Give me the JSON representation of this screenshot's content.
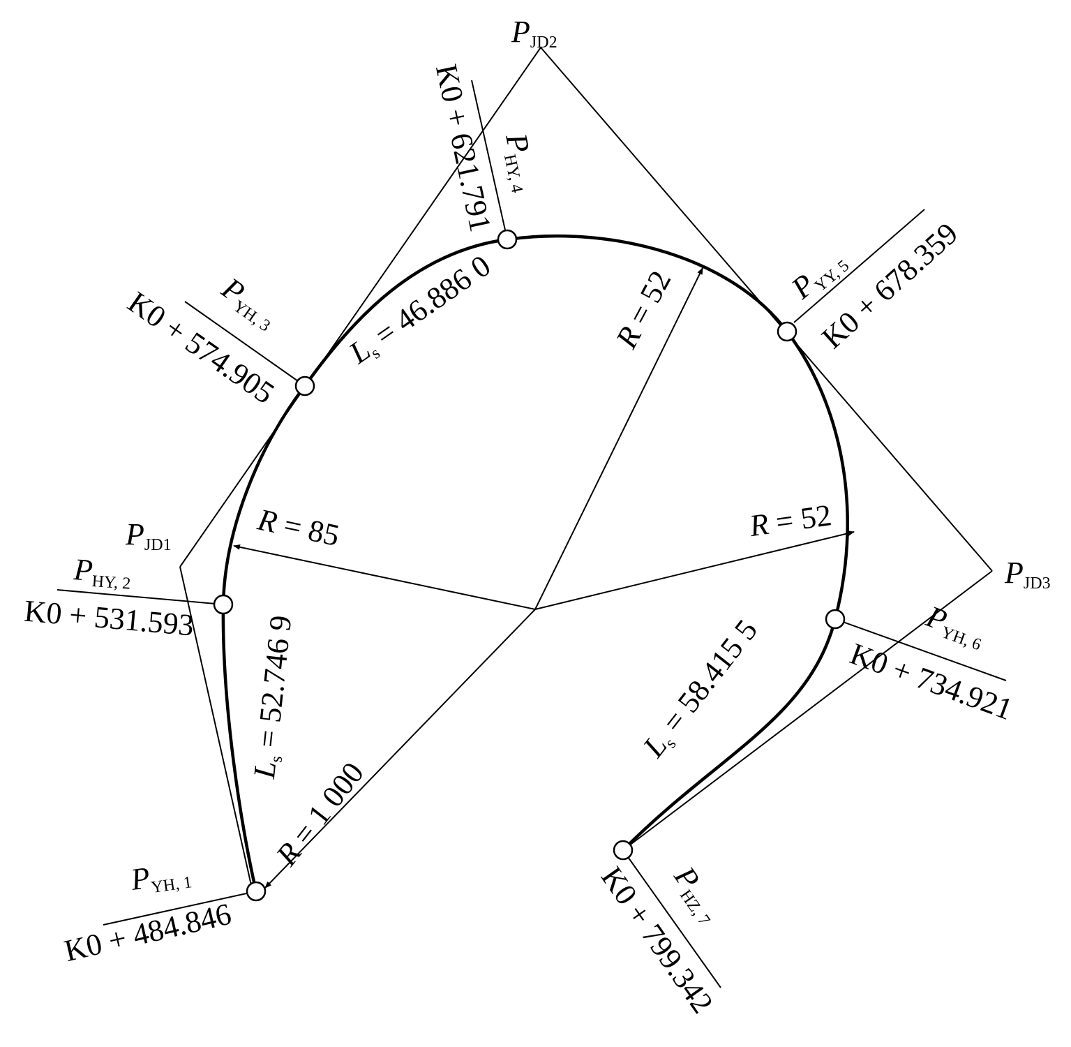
{
  "points": {
    "jd1": {
      "p": "P",
      "sub": "JD1"
    },
    "jd2": {
      "p": "P",
      "sub": "JD2"
    },
    "jd3": {
      "p": "P",
      "sub": "JD3"
    },
    "yh1": {
      "p": "P",
      "sub": "YH, 1",
      "station": "K0 + 484.846"
    },
    "hy2": {
      "p": "P",
      "sub": "HY, 2",
      "station": "K0 + 531.593"
    },
    "yh3": {
      "p": "P",
      "sub": "YH, 3",
      "station": "K0 + 574.905"
    },
    "hy4": {
      "p": "P",
      "sub": "HY, 4",
      "station": "K0 + 621.791"
    },
    "yy5": {
      "p": "P",
      "sub": "YY, 5",
      "station": "K0 + 678.359"
    },
    "yh6": {
      "p": "P",
      "sub": "YH, 6",
      "station": "K0 + 734.921"
    },
    "hz7": {
      "p": "P",
      "sub": "HZ, 7",
      "station": "K0 + 799.342"
    }
  },
  "spirals": {
    "ls1": {
      "l": "L",
      "sub": "s",
      "value": " = 52.746 9"
    },
    "ls2": {
      "l": "L",
      "sub": "s",
      "value": " = 46.886 0"
    },
    "ls3": {
      "l": "L",
      "sub": "s",
      "value": " = 58.415 5"
    }
  },
  "radii": {
    "r1000": {
      "r": "R",
      "value": " = 1 000"
    },
    "r85": {
      "r": "R",
      "value": " = 85"
    },
    "r52a": {
      "r": "R",
      "value": " = 52"
    },
    "r52b": {
      "r": "R",
      "value": " = 52"
    }
  }
}
